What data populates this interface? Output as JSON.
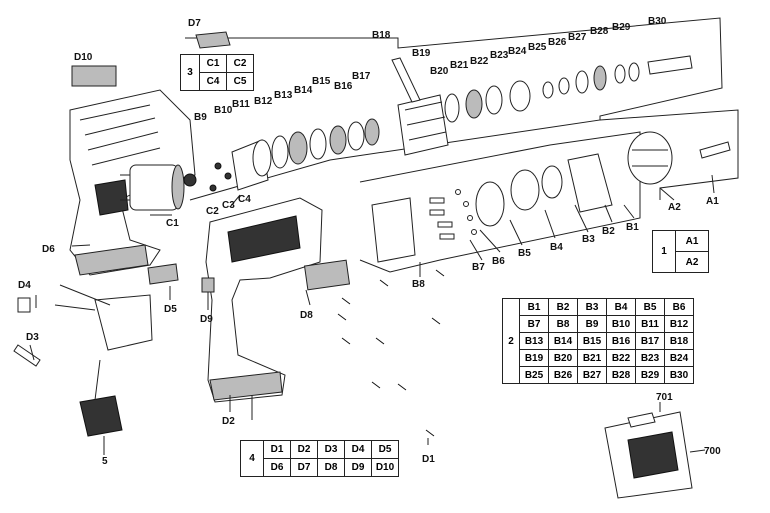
{
  "labels": {
    "D7": "D7",
    "D10": "D10",
    "B9": "B9",
    "B10": "B10",
    "B11": "B11",
    "B12": "B12",
    "B13": "B13",
    "B14": "B14",
    "B15": "B15",
    "B16": "B16",
    "B17": "B17",
    "B18": "B18",
    "B19": "B19",
    "B20": "B20",
    "B21": "B21",
    "B22": "B22",
    "B23": "B23",
    "B24": "B24",
    "B25": "B25",
    "B26": "B26",
    "B27": "B27",
    "B28": "B28",
    "B29": "B29",
    "B30": "B30",
    "C1": "C1",
    "C2": "C2",
    "C3": "C3",
    "C4": "C4",
    "D6": "D6",
    "D4": "D4",
    "D3": "D3",
    "D5": "D5",
    "D9": "D9",
    "D8": "D8",
    "D2": "D2",
    "D1": "D1",
    "B8": "B8",
    "B7": "B7",
    "B6": "B6",
    "B5": "B5",
    "B4": "B4",
    "B3": "B3",
    "B2": "B2",
    "B1": "B1",
    "A1": "A1",
    "A2": "A2",
    "n5": "5",
    "n701": "701",
    "n700": "700"
  },
  "table_c": {
    "index": "3",
    "rows": [
      [
        "C1",
        "C2"
      ],
      [
        "C4",
        "C5"
      ]
    ]
  },
  "table_a": {
    "index": "1",
    "rows": [
      [
        "A1"
      ],
      [
        "A2"
      ]
    ]
  },
  "table_b": {
    "index": "2",
    "rows": [
      [
        "B1",
        "B2",
        "B3",
        "B4",
        "B5",
        "B6"
      ],
      [
        "B7",
        "B8",
        "B9",
        "B10",
        "B11",
        "B12"
      ],
      [
        "B13",
        "B14",
        "B15",
        "B16",
        "B17",
        "B18"
      ],
      [
        "B19",
        "B20",
        "B21",
        "B22",
        "B23",
        "B24"
      ],
      [
        "B25",
        "B26",
        "B27",
        "B28",
        "B29",
        "B30"
      ]
    ]
  },
  "table_d": {
    "index": "4",
    "rows": [
      [
        "D1",
        "D2",
        "D3",
        "D4",
        "D5"
      ],
      [
        "D6",
        "D7",
        "D8",
        "D9",
        "D10"
      ]
    ]
  }
}
